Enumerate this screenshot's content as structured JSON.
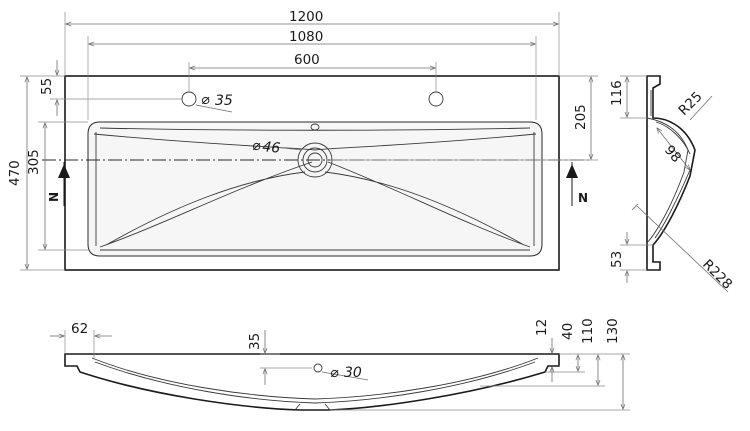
{
  "drawing": {
    "top_view": {
      "overall_width": "1200",
      "basin_width": "1080",
      "tap_hole_spacing": "600",
      "tap_hole_offset": "55",
      "tap_hole_diameter": "35",
      "drain_diameter": "46",
      "overall_depth": "470",
      "basin_depth": "305",
      "drain_offset": "205",
      "section_marker_left": "N",
      "section_marker_right": "N"
    },
    "side_section": {
      "top_height": "116",
      "upper_radius": "R25",
      "diagonal": "98",
      "bottom_height": "53",
      "lower_radius": "R228"
    },
    "front_section": {
      "rim_width": "62",
      "drain_offset": "35",
      "drain_diameter": "30",
      "rim_thickness": "12",
      "edge_height": "40",
      "depth_110": "110",
      "depth_130": "130"
    }
  }
}
